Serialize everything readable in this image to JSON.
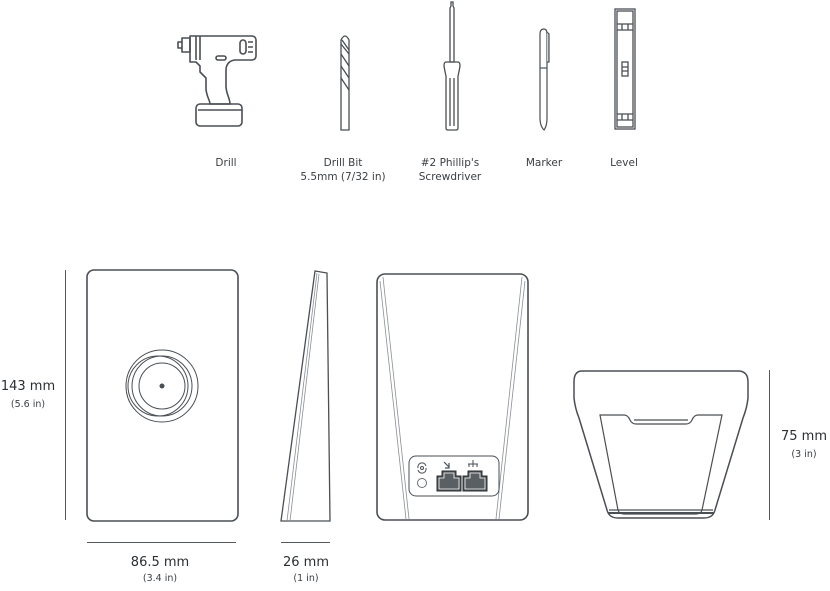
{
  "tools": [
    {
      "id": "drill",
      "label": "Drill",
      "icon": "drill-icon"
    },
    {
      "id": "drill-bit",
      "label_line1": "Drill Bit",
      "label_line2": "5.5mm (7/32 in)",
      "icon": "drill-bit-icon"
    },
    {
      "id": "screwdriver",
      "label_line1": "#2 Phillip's",
      "label_line2": "Screwdriver",
      "icon": "screwdriver-icon"
    },
    {
      "id": "marker",
      "label": "Marker",
      "icon": "marker-icon"
    },
    {
      "id": "level",
      "label": "Level",
      "icon": "level-icon"
    }
  ],
  "dimensions": {
    "height": {
      "metric": "143 mm",
      "imperial": "(5.6 in)"
    },
    "width": {
      "metric": "86.5 mm",
      "imperial": "(3.4 in)"
    },
    "depth": {
      "metric": "26 mm",
      "imperial": "(1 in)"
    },
    "stand_height": {
      "metric": "75 mm",
      "imperial": "(3 in)"
    }
  },
  "views": {
    "front": "device-front-view",
    "side": "device-side-view",
    "back": "device-back-view",
    "stand": "stand-view"
  },
  "colors": {
    "stroke": "#4a4f54",
    "text": "#2b2f33",
    "port_fill": "#4a4f54"
  }
}
